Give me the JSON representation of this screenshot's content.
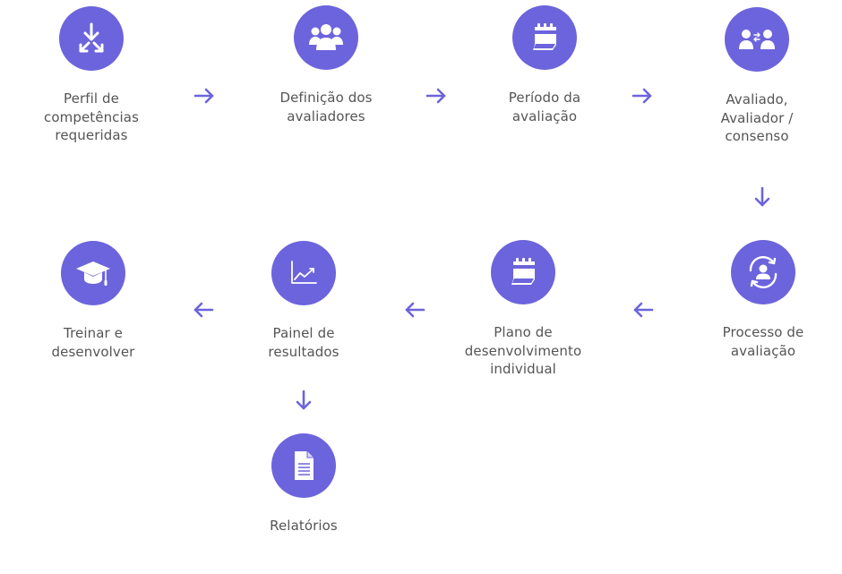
{
  "colors": {
    "accent": "#6c64dc",
    "text": "#555555"
  },
  "steps": [
    {
      "label": "Perfil de\ncompetências\nrequeridas",
      "icon": "download-arrow-icon"
    },
    {
      "label": "Definição dos\navaliadores",
      "icon": "group-people-icon"
    },
    {
      "label": "Período da\navaliação",
      "icon": "calendar-icon"
    },
    {
      "label": "Avaliado,\nAvaliador /\nconsenso",
      "icon": "people-exchange-icon"
    },
    {
      "label": "Processo de\navaliação",
      "icon": "person-cycle-icon"
    },
    {
      "label": "Plano de\ndesenvolvimento\nindividual",
      "icon": "calendar-icon"
    },
    {
      "label": "Painel de\nresultados",
      "icon": "trending-chart-icon"
    },
    {
      "label": "Treinar e\ndesenvolver",
      "icon": "graduation-cap-icon"
    },
    {
      "label": "Relatórios",
      "icon": "document-icon"
    }
  ],
  "connections": [
    {
      "from": 0,
      "to": 1
    },
    {
      "from": 1,
      "to": 2
    },
    {
      "from": 2,
      "to": 3
    },
    {
      "from": 3,
      "to": 4
    },
    {
      "from": 4,
      "to": 5
    },
    {
      "from": 5,
      "to": 6
    },
    {
      "from": 6,
      "to": 7
    },
    {
      "from": 6,
      "to": 8
    }
  ]
}
